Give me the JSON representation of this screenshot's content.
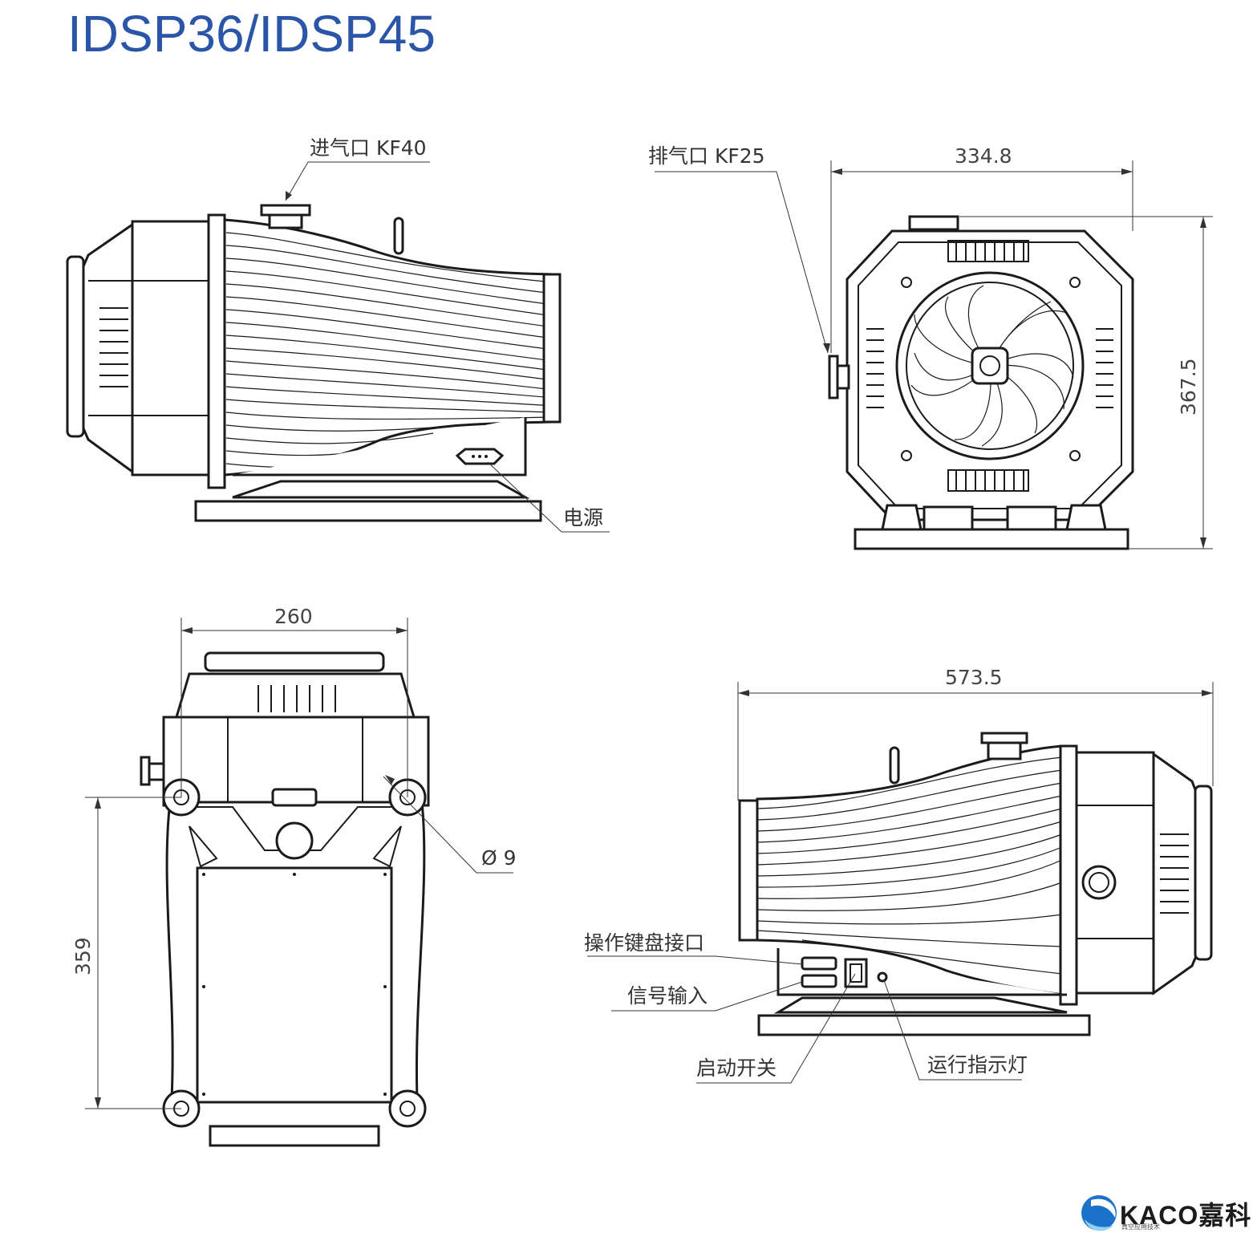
{
  "title": "IDSP36/IDSP45",
  "labels": {
    "inlet": "进气口 KF40",
    "exhaust": "排气口 KF25",
    "power": "电源",
    "hole": "Ø 9",
    "keypad_port": "操作键盘接口",
    "signal_input": "信号输入",
    "start_switch": "启动开关",
    "run_indicator": "运行指示灯"
  },
  "dimensions": {
    "front_width": "334.8",
    "front_height": "367.5",
    "bottom_width": "260",
    "bottom_length": "359",
    "side_length": "573.5"
  },
  "logo": {
    "brand": "KACO",
    "brand_cn": "嘉科",
    "tagline": "真空应用技术"
  }
}
